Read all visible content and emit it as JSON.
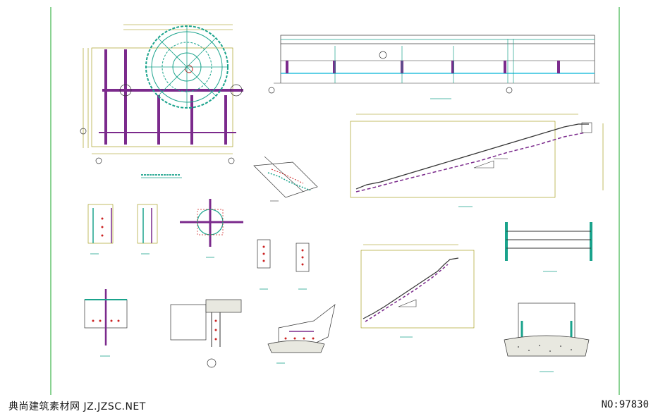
{
  "watermark": {
    "left": "典尚建筑素材网 JZ.JZSC.NET",
    "right": "NO:97830"
  },
  "colors": {
    "border": "#3cb44b",
    "dimension": "#9b8f00",
    "steel": "#7b2a8c",
    "stair": "#1aa38c",
    "rebar": "#cc2222",
    "cyan": "#00b4d8",
    "line": "#333333"
  },
  "icons": [
    "spiral-stair-plan",
    "elevation-view",
    "stair-section",
    "node-detail",
    "railing-detail"
  ]
}
